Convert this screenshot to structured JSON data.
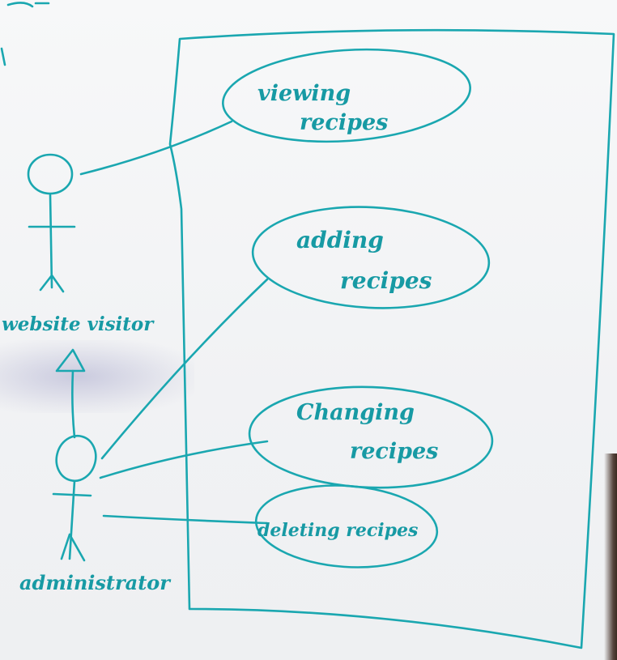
{
  "ink_color": "#1aa7b0",
  "actors": {
    "visitor": {
      "label": "website visitor"
    },
    "admin": {
      "label": "administrator"
    }
  },
  "use_cases": [
    {
      "id": "view",
      "line1": "viewing",
      "line2": "recipes"
    },
    {
      "id": "add",
      "line1": "adding",
      "line2": "recipes"
    },
    {
      "id": "change",
      "line1": "Changing",
      "line2": "recipes"
    },
    {
      "id": "delete",
      "line1": "deleting recipes",
      "line2": ""
    }
  ]
}
